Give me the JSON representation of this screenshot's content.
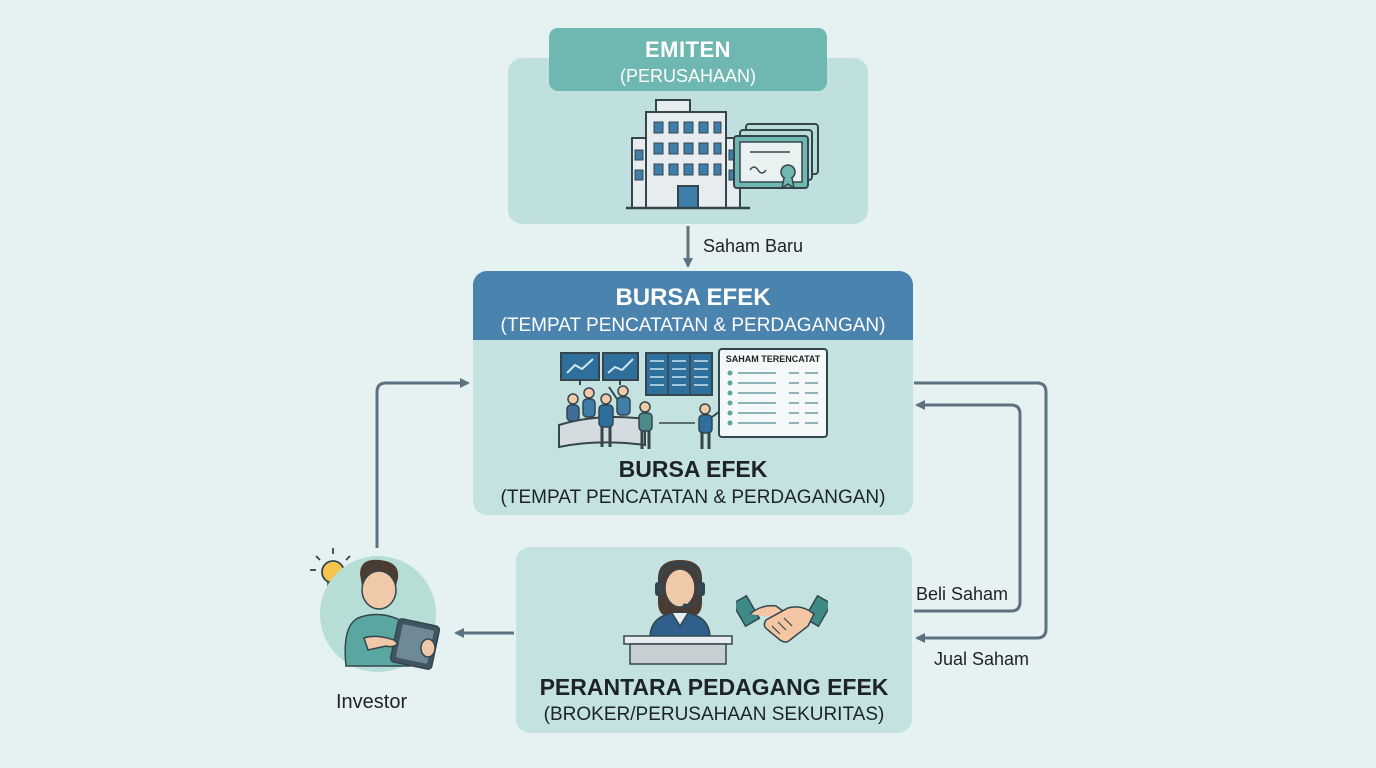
{
  "emiten": {
    "title": "EMITEN",
    "subtitle": "(PERUSAHAAN)"
  },
  "bursa": {
    "header_title": "BURSA EFEK",
    "header_subtitle": "(TEMPAT PENCATATAN & PERDAGANGAN)",
    "caption_title": "BURSA EFEK",
    "caption_subtitle": "(TEMPAT PENCATATAN & PERDAGANGAN)",
    "list_title": "SAHAM TERENCATAT"
  },
  "broker": {
    "title": "PERANTARA PEDAGANG EFEK",
    "subtitle": "(BROKER/PERUSAHAAN SEKURITAS)"
  },
  "investor": {
    "label": "Investor"
  },
  "arrows": {
    "saham_baru": "Saham Baru",
    "beli_saham": "Beli Saham",
    "jual_saham": "Jual Saham"
  },
  "icons": [
    "office-building-icon",
    "certificate-icon",
    "stock-chart-monitor-icon",
    "trading-board-icon",
    "traders-group-icon",
    "listed-stocks-document-icon",
    "customer-service-agent-icon",
    "handshake-icon",
    "lightbulb-icon",
    "investor-tablet-icon"
  ],
  "colors": {
    "background": "#e6f1f2",
    "panel": "#c3e2e0",
    "emiten_header": "#6fb7b1",
    "bursa_header": "#4a83ae",
    "arrow": "#5d7280"
  }
}
